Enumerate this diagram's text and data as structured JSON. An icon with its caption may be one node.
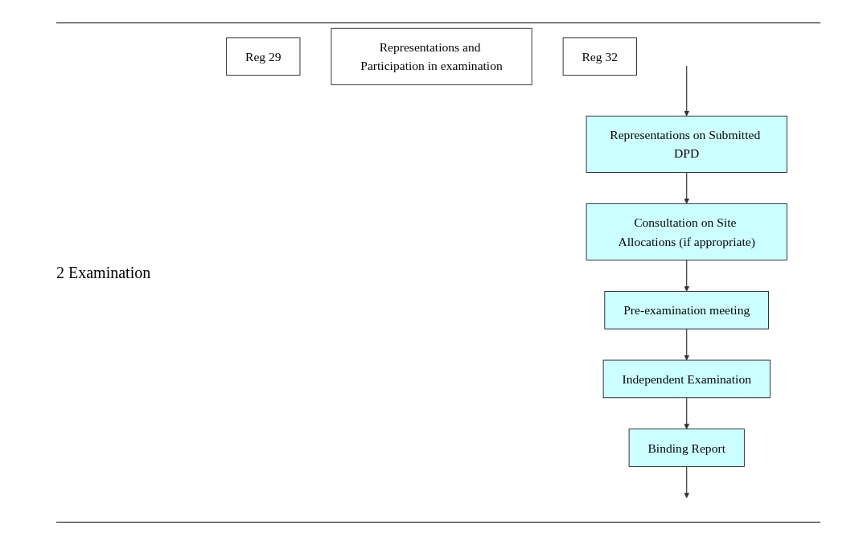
{
  "diagram": {
    "nodes": [
      {
        "text": [
          "Representations on Submitted DPD"
        ]
      },
      {
        "text": [
          "Reg 29"
        ]
      },
      {
        "text": [
          "Representations and Participation in examination"
        ]
      },
      {
        "text": [
          "Consultation on Site Allocations (if appropriate)"
        ]
      },
      {
        "text": [
          "Reg 32"
        ]
      },
      {
        "text": [
          "Pre-examination meeting"
        ]
      },
      {
        "text": [
          "Independent Examination"
        ]
      },
      {
        "text": [
          "Binding Report"
        ]
      }
    ],
    "edges": [
      {
        "from": null,
        "to": 0,
        "arrow": "to"
      },
      {
        "from": 0,
        "to": 3,
        "arrow": "to"
      },
      {
        "from": 3,
        "to": 5,
        "arrow": "to"
      },
      {
        "from": 5,
        "to": 6,
        "arrow": "to"
      },
      {
        "from": 6,
        "to": 7,
        "arrow": "to"
      },
      {
        "from": 7,
        "to": null,
        "arrow": "to"
      }
    ],
    "labels": [
      "2 Examination"
    ]
  }
}
